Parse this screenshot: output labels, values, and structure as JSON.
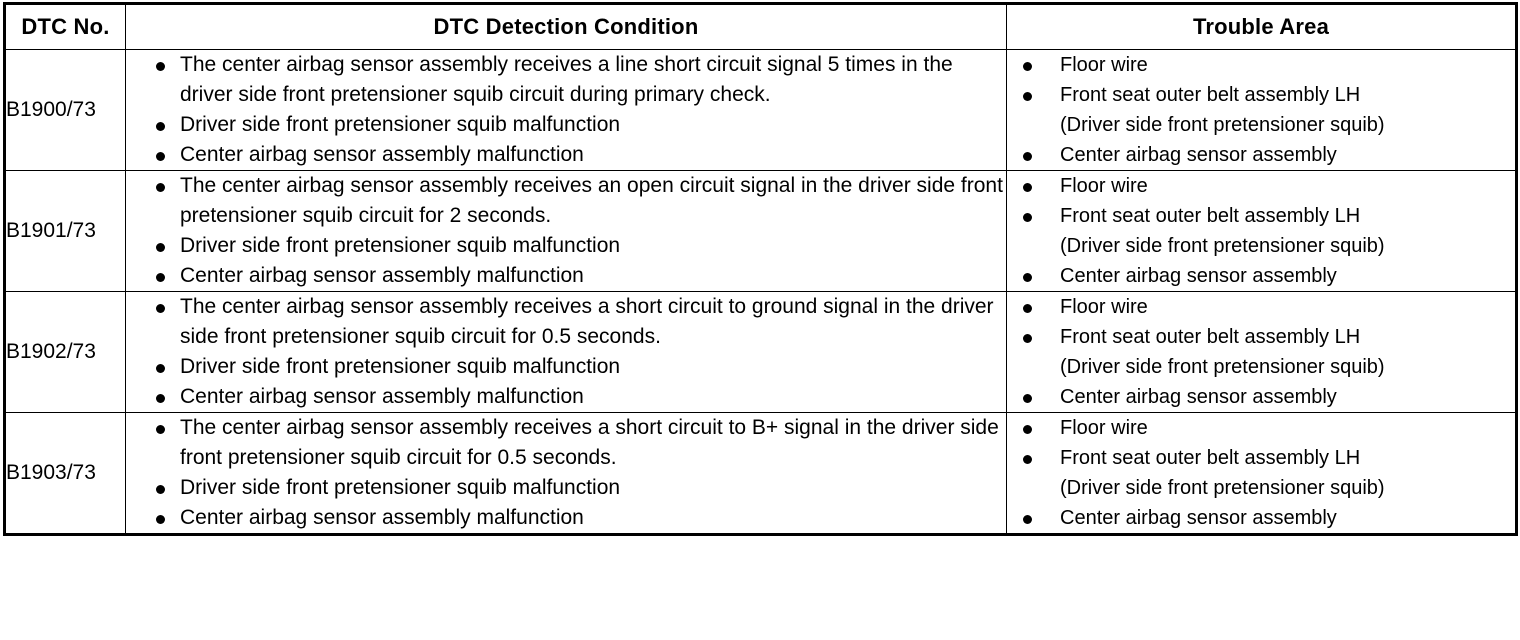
{
  "table": {
    "headers": {
      "dtc_no": "DTC No.",
      "detection_condition": "DTC Detection Condition",
      "trouble_area": "Trouble Area"
    },
    "rows": [
      {
        "dtc_no": "B1900/73",
        "conditions": [
          "The center airbag sensor assembly receives a line short circuit signal 5 times in the driver side front pretensioner squib circuit during primary check.",
          "Driver side front pretensioner squib malfunction",
          "Center airbag sensor assembly malfunction"
        ],
        "trouble_areas": [
          "Floor wire",
          "Front seat outer belt assembly LH",
          "Center airbag sensor assembly"
        ],
        "trouble_area_sub": "(Driver side front pretensioner squib)"
      },
      {
        "dtc_no": "B1901/73",
        "conditions": [
          "The center airbag sensor assembly receives an open circuit signal in the driver side front pretensioner squib circuit for 2 seconds.",
          "Driver side front pretensioner squib malfunction",
          "Center airbag sensor assembly malfunction"
        ],
        "trouble_areas": [
          "Floor wire",
          "Front seat outer belt assembly LH",
          "Center airbag sensor assembly"
        ],
        "trouble_area_sub": "(Driver side front pretensioner squib)"
      },
      {
        "dtc_no": "B1902/73",
        "conditions": [
          "The center airbag sensor assembly receives a short circuit to ground signal in the driver side front pretensioner squib circuit for 0.5 seconds.",
          "Driver side front pretensioner squib malfunction",
          "Center airbag sensor assembly malfunction"
        ],
        "trouble_areas": [
          "Floor wire",
          "Front seat outer belt assembly LH",
          "Center airbag sensor assembly"
        ],
        "trouble_area_sub": "(Driver side front pretensioner squib)"
      },
      {
        "dtc_no": "B1903/73",
        "conditions": [
          "The center airbag sensor assembly receives a short circuit to B+ signal in the driver side front pretensioner squib circuit for 0.5 seconds.",
          "Driver side front pretensioner squib malfunction",
          "Center airbag sensor assembly malfunction"
        ],
        "trouble_areas": [
          "Floor wire",
          "Front seat outer belt assembly LH",
          "Center airbag sensor assembly"
        ],
        "trouble_area_sub": "(Driver side front pretensioner squib)"
      }
    ]
  },
  "colors": {
    "border": "#000000",
    "text": "#000000",
    "background": "#ffffff"
  }
}
